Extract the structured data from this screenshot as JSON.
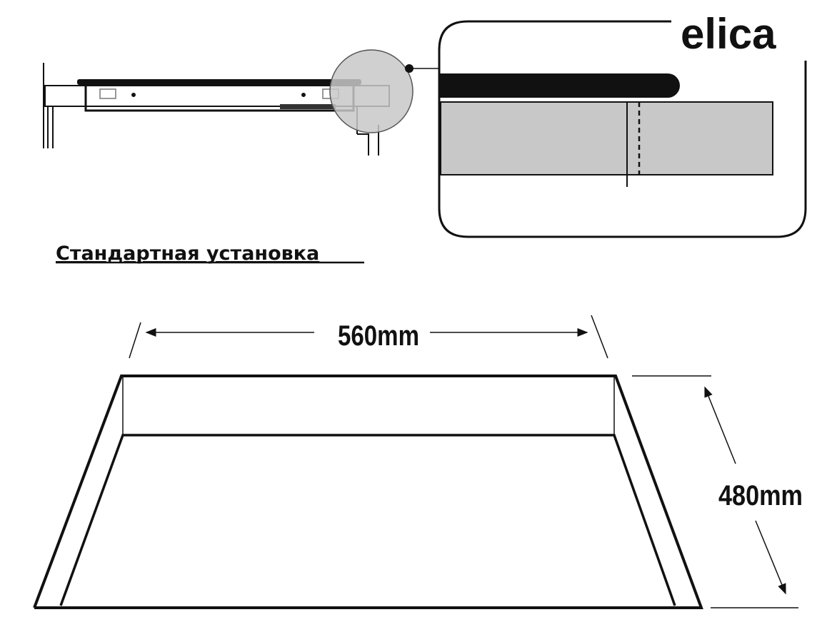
{
  "brand": {
    "logo_text": "elica"
  },
  "section_title": "Стандартная установка",
  "dimensions": {
    "width_label": "560mm",
    "depth_label": "480mm"
  },
  "colors": {
    "line": "#111111",
    "detail_fill": "#c8c8c8"
  }
}
